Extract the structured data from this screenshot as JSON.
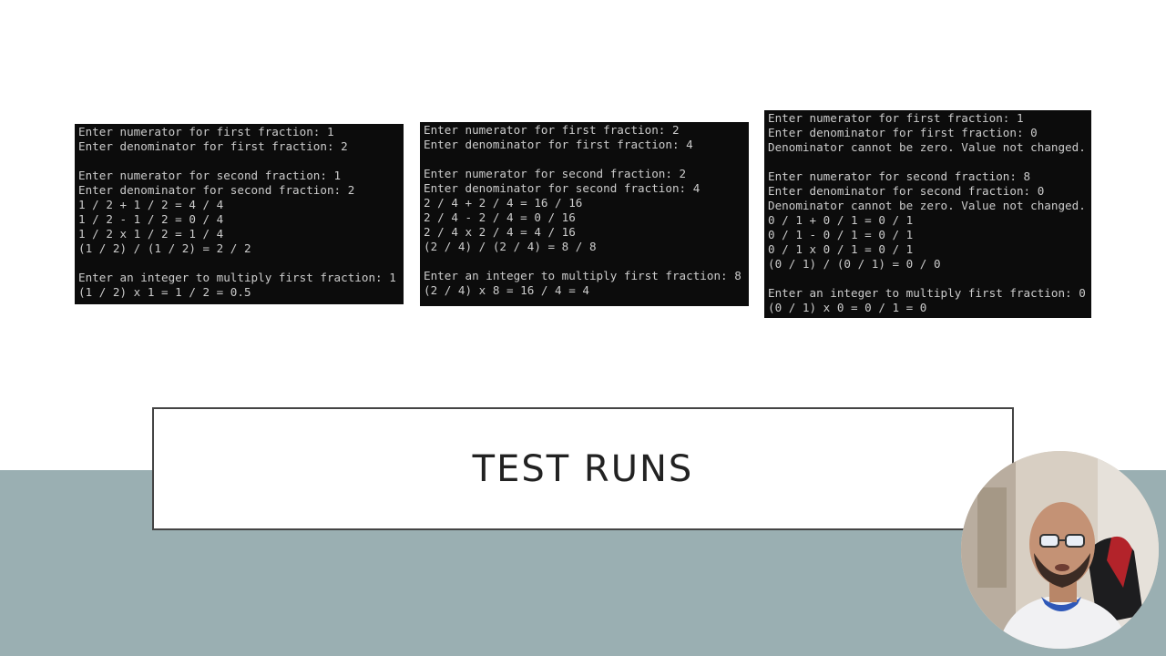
{
  "colors": {
    "slide_background": "#ffffff",
    "bottom_band": "#9aafb2",
    "console_background": "#0c0c0c",
    "console_text": "#cccccc",
    "title_border": "#444444",
    "title_text": "#222222"
  },
  "consoles": [
    {
      "lines": [
        "Enter numerator for first fraction: 1",
        "Enter denominator for first fraction: 2",
        "",
        "Enter numerator for second fraction: 1",
        "Enter denominator for second fraction: 2",
        "1 / 2 + 1 / 2 = 4 / 4",
        "1 / 2 - 1 / 2 = 0 / 4",
        "1 / 2 x 1 / 2 = 1 / 4",
        "(1 / 2) / (1 / 2) = 2 / 2",
        "",
        "Enter an integer to multiply first fraction: 1",
        "(1 / 2) x 1 = 1 / 2 = 0.5"
      ]
    },
    {
      "lines": [
        "Enter numerator for first fraction: 2",
        "Enter denominator for first fraction: 4",
        "",
        "Enter numerator for second fraction: 2",
        "Enter denominator for second fraction: 4",
        "2 / 4 + 2 / 4 = 16 / 16",
        "2 / 4 - 2 / 4 = 0 / 16",
        "2 / 4 x 2 / 4 = 4 / 16",
        "(2 / 4) / (2 / 4) = 8 / 8",
        "",
        "Enter an integer to multiply first fraction: 8",
        "(2 / 4) x 8 = 16 / 4 = 4"
      ]
    },
    {
      "lines": [
        "Enter numerator for first fraction: 1",
        "Enter denominator for first fraction: 0",
        "Denominator cannot be zero. Value not changed.",
        "",
        "Enter numerator for second fraction: 8",
        "Enter denominator for second fraction: 0",
        "Denominator cannot be zero. Value not changed.",
        "0 / 1 + 0 / 1 = 0 / 1",
        "0 / 1 - 0 / 1 = 0 / 1",
        "0 / 1 x 0 / 1 = 0 / 1",
        "(0 / 1) / (0 / 1) = 0 / 0",
        "",
        "Enter an integer to multiply first fraction: 0",
        "(0 / 1) x 0 = 0 / 1 = 0"
      ]
    }
  ],
  "title": "TEST RUNS",
  "webcam": {
    "icon": "presenter-webcam-icon"
  }
}
